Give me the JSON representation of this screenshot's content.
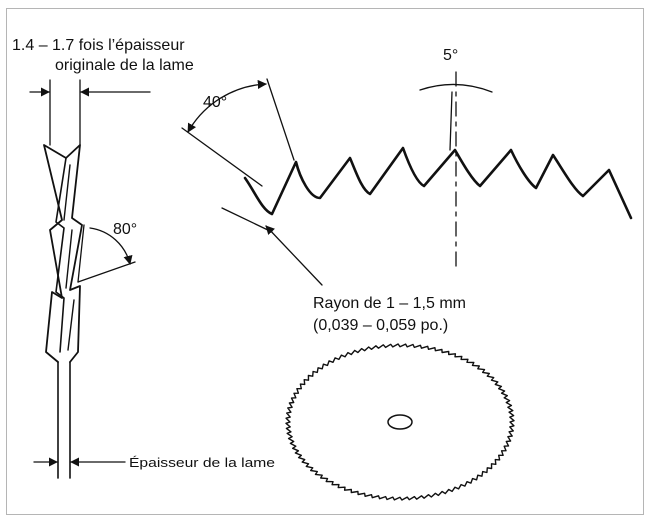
{
  "labels": {
    "set_width_line1": "1.4 – 1.7 fois l’épaisseur",
    "set_width_line2": "originale de la lame",
    "rake_angle": "40°",
    "hook_angle": "5°",
    "bevel_angle": "80°",
    "radius_line1": "Rayon de 1 – 1,5 mm",
    "radius_line2": "(0,039 – 0,059 po.)",
    "blade_thickness": "Épaisseur de la lame"
  },
  "colors": {
    "line": "#111111",
    "background": "#ffffff",
    "border": "#b5b5b5"
  },
  "saw_blade": {
    "tooth_count": 96,
    "tooth_depth_ratio": 0.035
  }
}
